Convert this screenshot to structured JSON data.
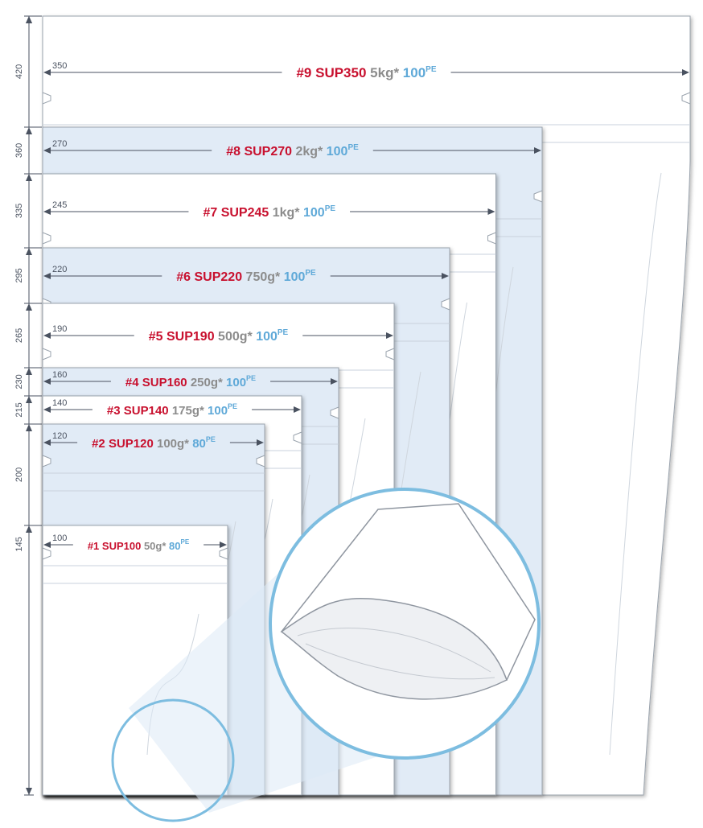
{
  "pouches": [
    {
      "code": "#9 SUP350",
      "capacity": "5kg*",
      "thickness": "100",
      "material": "PE",
      "width": "350",
      "height": "420",
      "fill": "#ffffff"
    },
    {
      "code": "#8 SUP270",
      "capacity": "2kg*",
      "thickness": "100",
      "material": "PE",
      "width": "270",
      "height": "360",
      "fill": "#e1ebf6"
    },
    {
      "code": "#7 SUP245",
      "capacity": "1kg*",
      "thickness": "100",
      "material": "PE",
      "width": "245",
      "height": "335",
      "fill": "#ffffff"
    },
    {
      "code": "#6 SUP220",
      "capacity": "750g*",
      "thickness": "100",
      "material": "PE",
      "width": "220",
      "height": "295",
      "fill": "#e1ebf6"
    },
    {
      "code": "#5 SUP190",
      "capacity": "500g*",
      "thickness": "100",
      "material": "PE",
      "width": "190",
      "height": "265",
      "fill": "#ffffff"
    },
    {
      "code": "#4 SUP160",
      "capacity": "250g*",
      "thickness": "100",
      "material": "PE",
      "width": "160",
      "height": "230",
      "fill": "#e1ebf6"
    },
    {
      "code": "#3 SUP140",
      "capacity": "175g*",
      "thickness": "100",
      "material": "PE",
      "width": "140",
      "height": "215",
      "fill": "#ffffff"
    },
    {
      "code": "#2 SUP120",
      "capacity": "100g*",
      "thickness": "80",
      "material": "PE",
      "width": "120",
      "height": "200",
      "fill": "#e1ebf6"
    },
    {
      "code": "#1 SUP100",
      "capacity": "50g*",
      "thickness": "80",
      "material": "PE",
      "width": "100",
      "height": "145",
      "fill": "#ffffff"
    }
  ],
  "colors": {
    "code": "#c8102e",
    "capacity": "#8c8c8c",
    "thickness": "#5fa9d8",
    "outline": "#9aa3ad",
    "dimension": "#4a5260",
    "magnifier": "#7dbde0"
  }
}
